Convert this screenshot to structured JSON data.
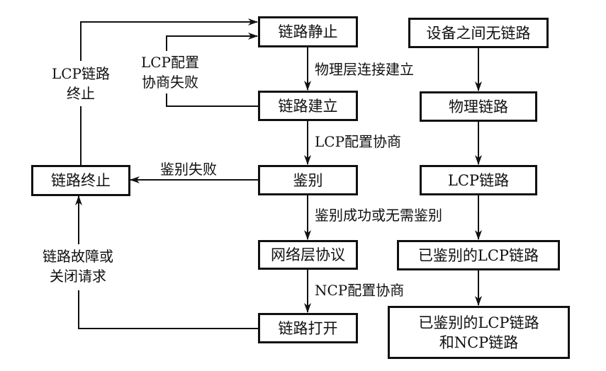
{
  "diagram": {
    "states": {
      "link_dead": "链路静止",
      "link_establish": "链路建立",
      "authenticate": "鉴别",
      "network_layer": "网络层协议",
      "link_open": "链路打开",
      "link_terminate": "链路终止"
    },
    "link_types": {
      "no_link": "设备之间无链路",
      "physical_link": "物理链路",
      "lcp_link": "LCP链路",
      "authenticated_lcp": "已鉴别的LCP链路",
      "authenticated_lcp_ncp_line1": "已鉴别的LCP链路",
      "authenticated_lcp_ncp_line2": "和NCP链路"
    },
    "transitions": {
      "physical_established": "物理层连接建立",
      "lcp_negotiation": "LCP配置协商",
      "auth_success": "鉴别成功或无需鉴别",
      "ncp_negotiation": "NCP配置协商",
      "auth_failed": "鉴别失败",
      "lcp_fail_line1": "LCP配置",
      "lcp_fail_line2": "协商失败",
      "lcp_terminate_line1": "LCP链路",
      "lcp_terminate_line2": "终止",
      "fault_line1": "链路故障或",
      "fault_line2": "关闭请求"
    }
  }
}
